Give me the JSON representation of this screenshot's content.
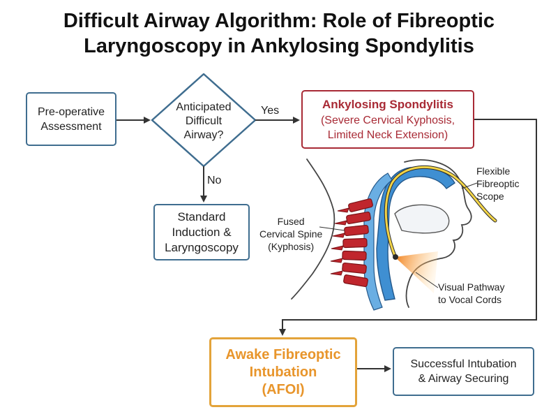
{
  "title": {
    "line1": "Difficult Airway Algorithm: Role of Fibreoptic",
    "line2": "Laryngoscopy in Ankylosing Spondylitis"
  },
  "nodes": {
    "preop": {
      "lines": [
        "Pre-operative",
        "Assessment"
      ]
    },
    "decision": {
      "lines": [
        "Anticipated",
        "Difficult",
        "Airway?"
      ]
    },
    "ankylosing": {
      "heading": "Ankylosing Spondylitis",
      "detail": [
        "(Severe Cervical Kyphosis,",
        "Limited Neck Extension)"
      ]
    },
    "standard": {
      "lines": [
        "Standard",
        "Induction &",
        "Laryngoscopy"
      ]
    },
    "afoi": {
      "lines": [
        "Awake Fibreoptic",
        "Intubation",
        "(AFOI)"
      ]
    },
    "success": {
      "lines": [
        "Successful Intubation",
        "& Airway Securing"
      ]
    }
  },
  "edges": {
    "yes_label": "Yes",
    "no_label": "No"
  },
  "illustration": {
    "scope_label": [
      "Flexible",
      "Fibreoptic",
      "Scope"
    ],
    "spine_label": [
      "Fused",
      "Cervical Spine",
      "(Kyphosis)"
    ],
    "visual_label": [
      "Visual Pathway",
      "to Vocal Cords"
    ]
  },
  "colors": {
    "blue_border": "#3f6d8f",
    "red_border": "#a82a35",
    "orange_border": "#e3a33a",
    "airway_blue": "#3f8fd2",
    "vertebra_red": "#c0262d",
    "scope_yellow": "#f2d447"
  }
}
